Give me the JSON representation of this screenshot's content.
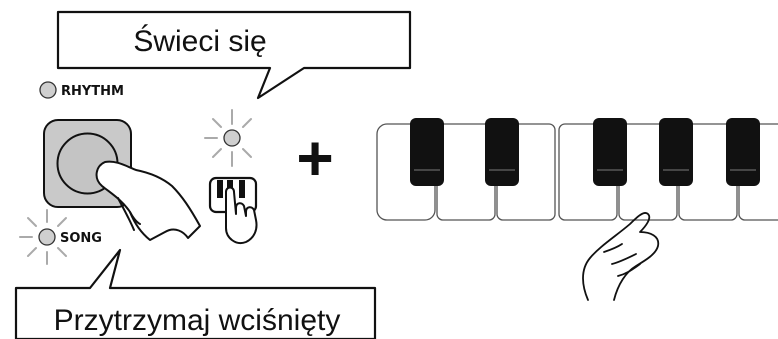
{
  "callouts": {
    "top": "Świeci się",
    "bottom": "Przytrzymaj wciśnięty"
  },
  "indicators": {
    "rhythm_label": "RHYTHM",
    "song_label": "SONG"
  },
  "symbols": {
    "plus": "+"
  },
  "icons": [
    "finger-press-icon",
    "hand-pressing-button-icon",
    "hand-pressing-key-icon"
  ],
  "colors": {
    "line": "#111111",
    "button_fill": "#c9c9c9",
    "lamp_fill": "#cfcfcf",
    "key_black": "#111111"
  }
}
